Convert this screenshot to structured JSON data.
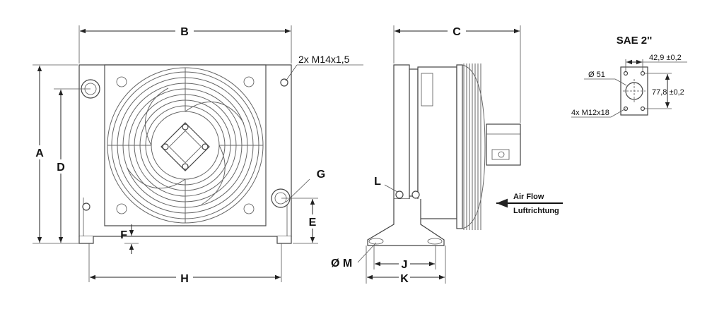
{
  "labels": {
    "a": "A",
    "b": "B",
    "c": "C",
    "d": "D",
    "e": "E",
    "f": "F",
    "g": "G",
    "h": "H",
    "j": "J",
    "k": "K",
    "l": "L",
    "m": "Ø M",
    "thread": "2x M14x1,5",
    "airflow_en": "Air Flow",
    "airflow_de": "Luftrichtung"
  },
  "flange": {
    "title": "SAE 2''",
    "width": "42,9 ±0,2",
    "height": "77,8 ±0,2",
    "diameter": "Ø 51",
    "bolts": "4x M12x18"
  }
}
